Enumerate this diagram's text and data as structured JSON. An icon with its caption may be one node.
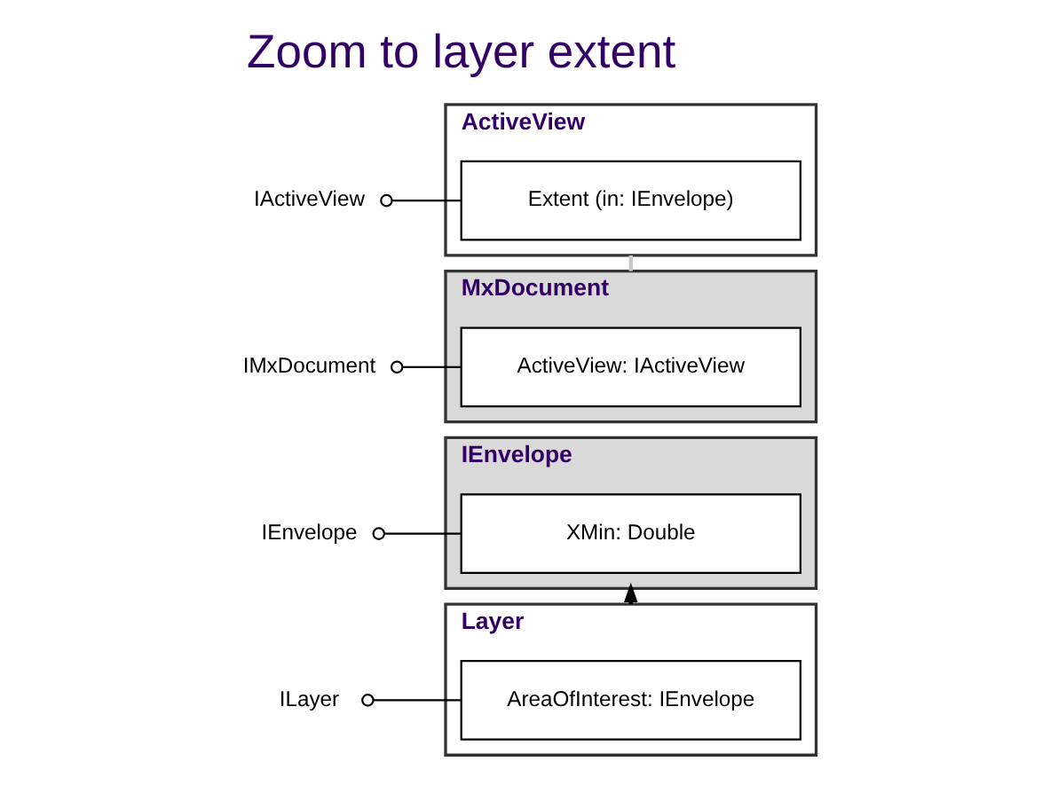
{
  "diagram": {
    "title": "Zoom to layer extent",
    "nodes": [
      {
        "text": [
          "Layer"
        ]
      },
      {
        "text": [
          "AreaOfInterest: IEnvelope"
        ],
        "in": 0
      },
      {
        "text": [
          "IEnvelope"
        ]
      },
      {
        "text": [
          "XMin: Double"
        ],
        "in": 2
      },
      {
        "text": [
          "MxDocument"
        ]
      },
      {
        "text": [
          "ActiveView: IActiveView"
        ],
        "in": 4
      },
      {
        "text": [
          "ActiveView"
        ]
      },
      {
        "text": [
          "Extent (in: IEnvelope)"
        ],
        "in": 6
      },
      {
        "text": [
          "ILayer"
        ]
      },
      {
        "text": [
          "IEnvelope"
        ]
      },
      {
        "text": [
          "IMxDocument"
        ]
      },
      {
        "text": [
          "IActiveView"
        ]
      }
    ],
    "edges": [
      {
        "from": 8,
        "to": 1,
        "arrow": "other"
      },
      {
        "from": 0,
        "to": 2,
        "arrow": "to",
        "style": "dashed"
      },
      {
        "from": 9,
        "to": 3,
        "arrow": "other"
      },
      {
        "from": 10,
        "to": 5,
        "arrow": "other"
      },
      {
        "from": 4,
        "to": 6,
        "arrow": "none",
        "color": "#c8c8c8"
      },
      {
        "from": 11,
        "to": 7,
        "arrow": "other"
      }
    ]
  }
}
